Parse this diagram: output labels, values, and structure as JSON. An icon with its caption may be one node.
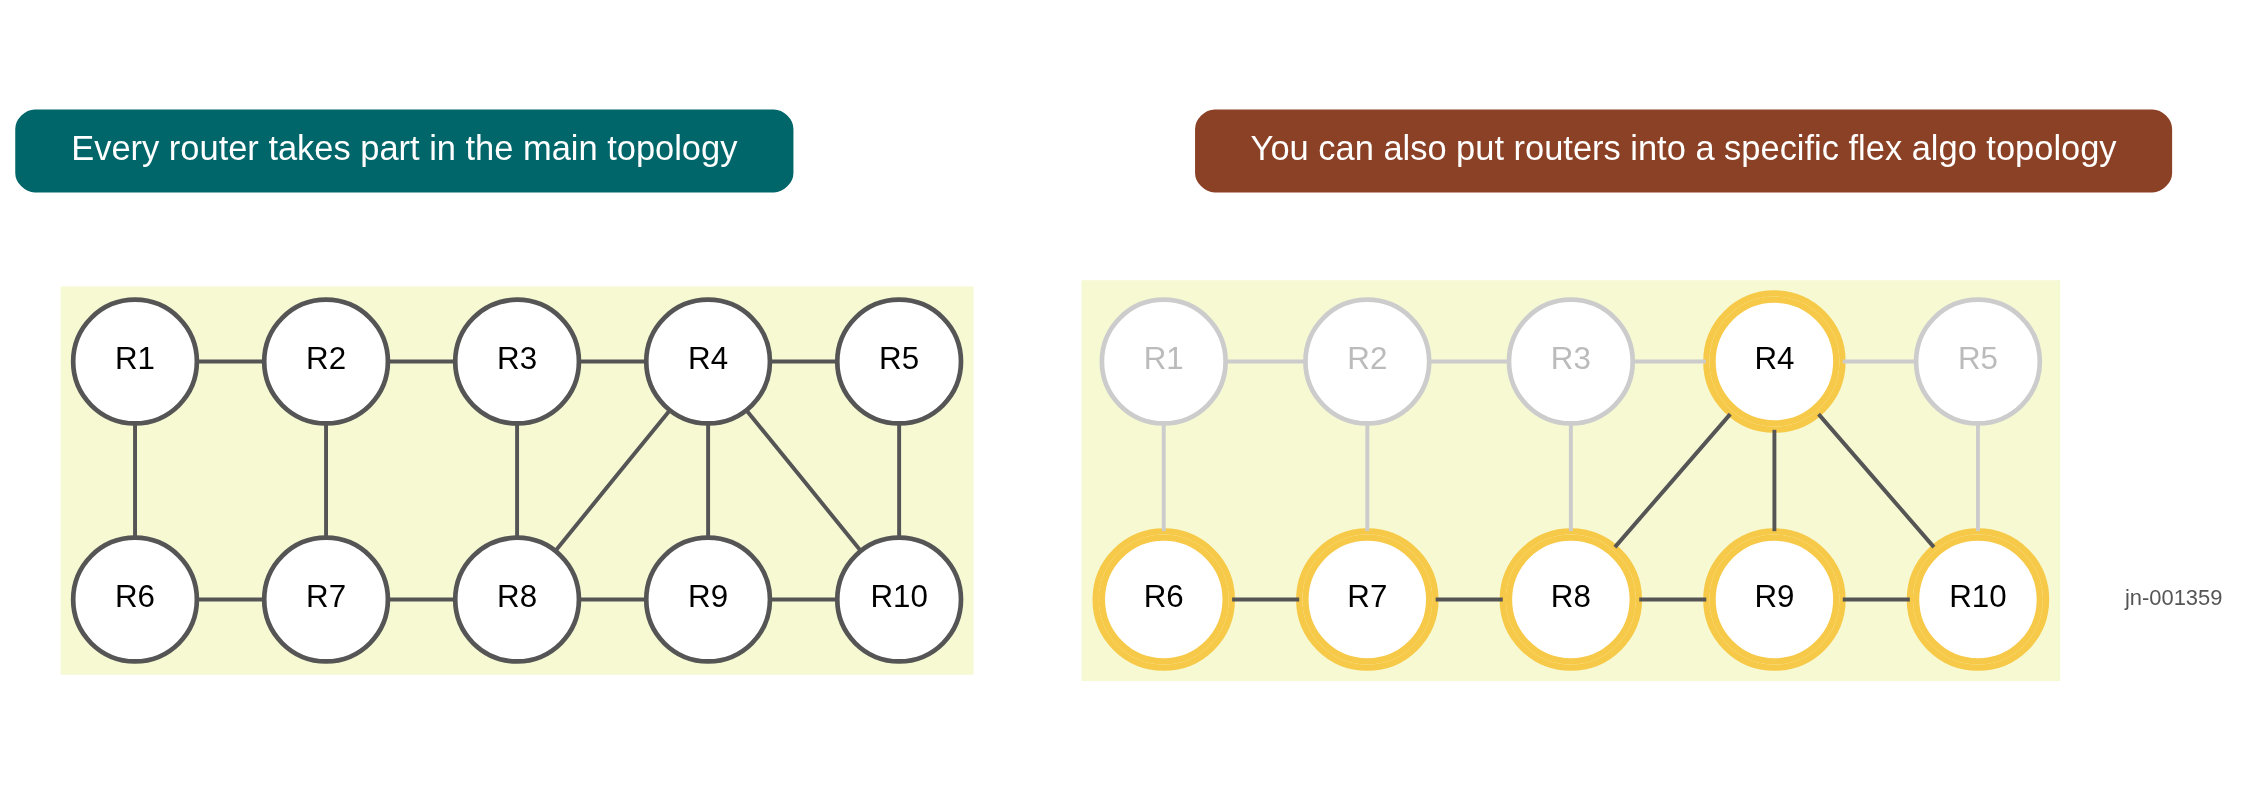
{
  "diagram": {
    "nodes": [
      {
        "text": [
          "Every router takes part in the main topology"
        ]
      },
      {
        "text": [],
        "shape": "box"
      },
      {
        "text": [
          "R1"
        ],
        "in": 1
      },
      {
        "text": [
          "R2"
        ],
        "in": 1
      },
      {
        "text": [
          "R3"
        ],
        "in": 1
      },
      {
        "text": [
          "R4"
        ],
        "in": 1
      },
      {
        "text": [
          "R5"
        ],
        "in": 1
      },
      {
        "text": [
          "R6"
        ],
        "in": 1
      },
      {
        "text": [
          "R7"
        ],
        "in": 1
      },
      {
        "text": [
          "R8"
        ],
        "in": 1
      },
      {
        "text": [
          "R9"
        ],
        "in": 1
      },
      {
        "text": [
          "R10"
        ],
        "in": 1
      },
      {
        "text": [
          "You can also put routers into a specific flex algo topology"
        ]
      },
      {
        "text": [],
        "shape": "box"
      },
      {
        "text": [
          "R1"
        ],
        "in": 13
      },
      {
        "text": [
          "R2"
        ],
        "in": 13
      },
      {
        "text": [
          "R3"
        ],
        "in": 13
      },
      {
        "text": [
          "R4"
        ],
        "in": 13
      },
      {
        "text": [
          "R5"
        ],
        "in": 13
      },
      {
        "text": [
          "R6"
        ],
        "in": 13
      },
      {
        "text": [
          "R7"
        ],
        "in": 13
      },
      {
        "text": [
          "R8"
        ],
        "in": 13
      },
      {
        "text": [
          "R9"
        ],
        "in": 13
      },
      {
        "text": [
          "R10"
        ],
        "in": 13
      }
    ],
    "edges": [
      {
        "from": 2,
        "to": 3,
        "arrow": "none"
      },
      {
        "from": 3,
        "to": 4,
        "arrow": "none"
      },
      {
        "from": 4,
        "to": 5,
        "arrow": "none"
      },
      {
        "from": 5,
        "to": 6,
        "arrow": "none"
      },
      {
        "from": 2,
        "to": 7,
        "arrow": "none"
      },
      {
        "from": 3,
        "to": 8,
        "arrow": "none"
      },
      {
        "from": 4,
        "to": 9,
        "arrow": "none"
      },
      {
        "from": 5,
        "to": 9,
        "arrow": "none"
      },
      {
        "from": 5,
        "to": 10,
        "arrow": "none"
      },
      {
        "from": 5,
        "to": 11,
        "arrow": "none"
      },
      {
        "from": 6,
        "to": 11,
        "arrow": "none"
      },
      {
        "from": 7,
        "to": 8,
        "arrow": "none"
      },
      {
        "from": 8,
        "to": 9,
        "arrow": "none"
      },
      {
        "from": 9,
        "to": 10,
        "arrow": "none"
      },
      {
        "from": 10,
        "to": 11,
        "arrow": "none"
      },
      {
        "from": 14,
        "to": 15,
        "arrow": "none",
        "color": "#cccccc"
      },
      {
        "from": 15,
        "to": 16,
        "arrow": "none",
        "color": "#cccccc"
      },
      {
        "from": 16,
        "to": 17,
        "arrow": "none",
        "color": "#cccccc"
      },
      {
        "from": 17,
        "to": 18,
        "arrow": "none",
        "color": "#cccccc"
      },
      {
        "from": 14,
        "to": 19,
        "arrow": "none",
        "color": "#cccccc"
      },
      {
        "from": 15,
        "to": 20,
        "arrow": "none",
        "color": "#cccccc"
      },
      {
        "from": 16,
        "to": 21,
        "arrow": "none",
        "color": "#cccccc"
      },
      {
        "from": 17,
        "to": 21,
        "arrow": "none"
      },
      {
        "from": 17,
        "to": 22,
        "arrow": "none"
      },
      {
        "from": 17,
        "to": 23,
        "arrow": "none"
      },
      {
        "from": 18,
        "to": 23,
        "arrow": "none",
        "color": "#cccccc"
      },
      {
        "from": 19,
        "to": 20,
        "arrow": "none"
      },
      {
        "from": 20,
        "to": 21,
        "arrow": "none"
      },
      {
        "from": 21,
        "to": 22,
        "arrow": "none"
      },
      {
        "from": 22,
        "to": 23,
        "arrow": "none"
      }
    ],
    "labels": [
      "jn-001359"
    ]
  }
}
